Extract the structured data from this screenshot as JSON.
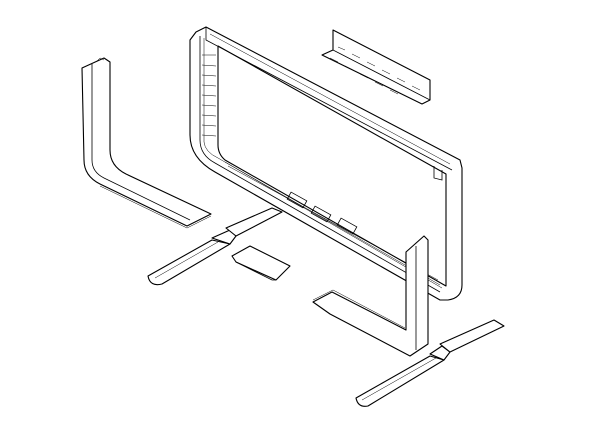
{
  "drawing": {
    "style": "exploded line drawing",
    "stroke_color": "#000000",
    "background_color": "#ffffff",
    "parts": [
      "frame",
      "wall-bracket",
      "left-side-cover",
      "right-side-cover",
      "left-foot",
      "right-foot",
      "cable-cover",
      "left-floor-plate",
      "right-floor-plate"
    ]
  }
}
